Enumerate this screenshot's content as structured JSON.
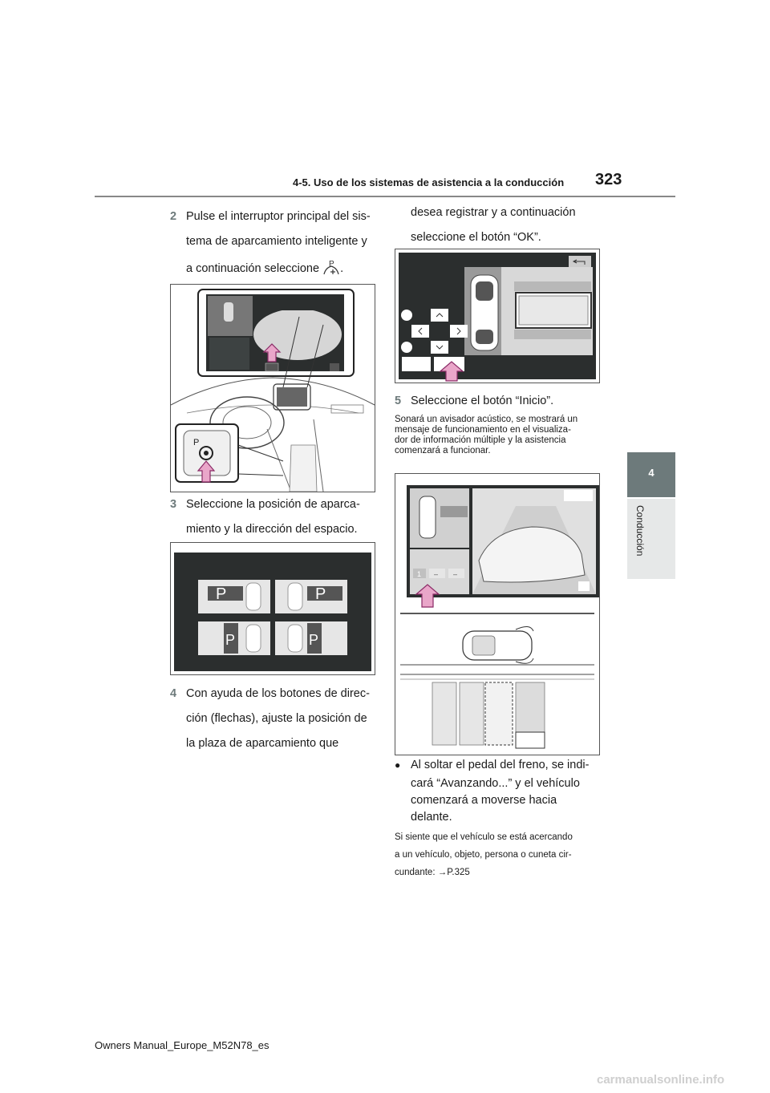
{
  "header": {
    "section_title": "4-5. Uso de los sistemas de asistencia a la conducción",
    "page_number": "323"
  },
  "side_tab": {
    "chapter_number": "4",
    "chapter_label": "Conducción"
  },
  "steps": {
    "s2": {
      "num": "2",
      "lines": [
        "Pulse el interruptor principal del sis-",
        "tema de aparcamiento inteligente y",
        "a continuación seleccione"
      ],
      "icon_letter": "P",
      "end": "."
    },
    "s3": {
      "num": "3",
      "lines": [
        "Seleccione la posición de aparca-",
        "miento y la dirección del espacio."
      ]
    },
    "s4": {
      "num": "4",
      "lines": [
        "Con ayuda de los botones de direc-",
        "ción (flechas), ajuste la posición de",
        "la plaza de aparcamiento que"
      ]
    },
    "s4_cont": {
      "lines": [
        "desea registrar y a continuación",
        "seleccione el botón “OK”."
      ]
    },
    "s5": {
      "num": "5",
      "lines": [
        "Seleccione el botón “Inicio”."
      ]
    },
    "s5_note": {
      "lines": [
        "Sonará un avisador acústico, se mostrará un",
        "mensaje de funcionamiento en el visualiza-",
        "dor de información múltiple y la asistencia",
        "comenzará a funcionar."
      ]
    },
    "bullet": {
      "lines": [
        "Al soltar el pedal del freno, se indi-",
        "cará “Avanzando...” y el vehículo",
        "comenzará a moverse hacia",
        "delante."
      ]
    },
    "final_note": {
      "lines": [
        "Si siente que el vehículo se está acercando",
        "a un vehículo, objeto, persona o cuneta cir-",
        "cundante: →P.325"
      ]
    }
  },
  "figure_fig1": {
    "icon_letter": "P"
  },
  "figure_fig2": {
    "labels": [
      "P",
      "P",
      "P",
      "P"
    ]
  },
  "figure_fig4": {
    "counter": [
      "1",
      "–",
      "–"
    ]
  },
  "footer": {
    "text": "Owners Manual_Europe_M52N78_es"
  },
  "watermark": {
    "text": "carmanualsonline.info"
  },
  "colors": {
    "step_number": "#6d7a7b",
    "arrow_fill": "#e9a6c9",
    "arrow_stroke": "#8a2a66",
    "screen_dark": "#2b2e2e"
  }
}
